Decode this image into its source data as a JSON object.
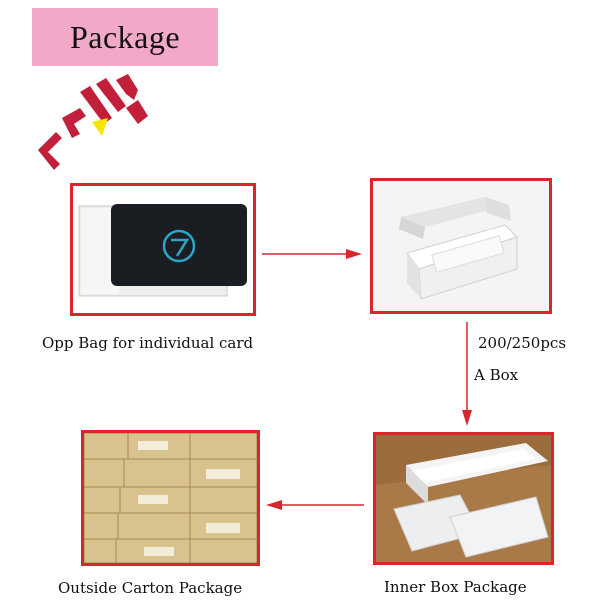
{
  "header": {
    "title": "Package"
  },
  "steps": {
    "opp_bag": {
      "caption": "Opp Bag for individual card"
    },
    "box_qty": {
      "qty": "200/250pcs",
      "unit": "A Box"
    },
    "inner_box": {
      "caption": "Inner Box Package"
    },
    "outside_carton": {
      "caption": "Outside Carton Package"
    }
  },
  "icons": [
    "brand-logo",
    "arrow-right-icon",
    "arrow-down-icon",
    "arrow-left-icon"
  ],
  "colors": {
    "accent_red": "#d9262c",
    "header_pink": "#f2a8c8",
    "logo_yellow": "#f3e600"
  }
}
